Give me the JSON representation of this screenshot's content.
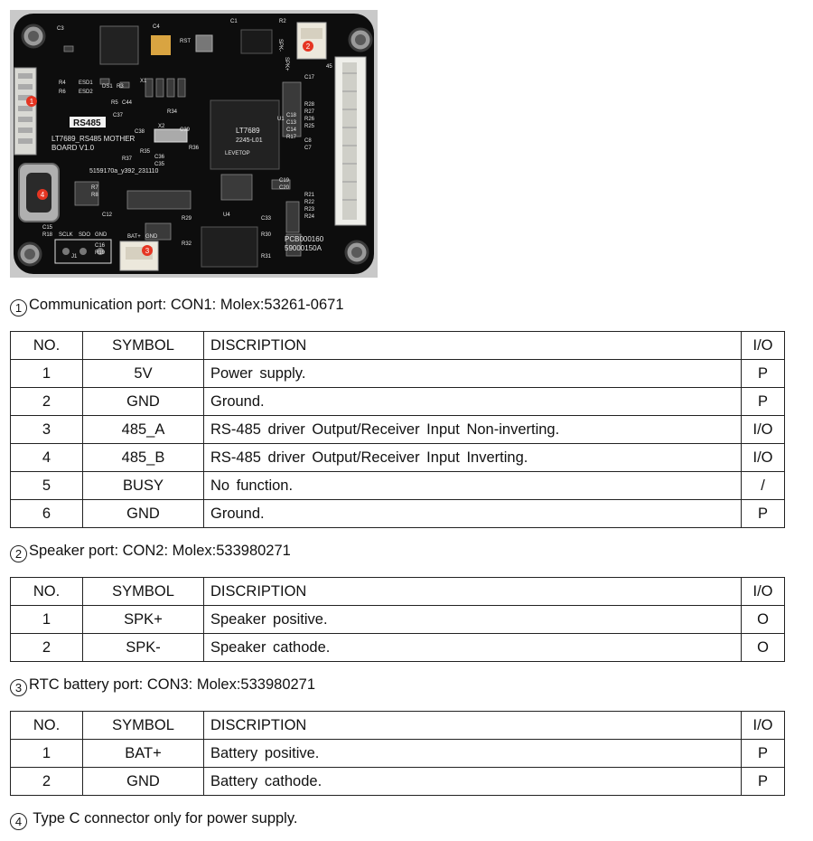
{
  "photo": {
    "silkscreen": {
      "board_name": "RS485",
      "board_label_line1": "LT7689_RS485 MOTHER",
      "board_label_line2": "BOARD V1.0",
      "chip_line1": "LT7689",
      "chip_line2": "2245-L01",
      "chip_brand": "LEVETOP",
      "pcb_code": "PCB000160",
      "part_code": "59000150A",
      "serial": "5159170a_y392_231110",
      "header_labels": [
        "SCLK",
        "SDO",
        "GND"
      ],
      "speaker_labels": [
        "SPK-",
        "SPK+"
      ],
      "battery_labels": [
        "BAT+",
        "GND"
      ],
      "refs": [
        "C3",
        "C4",
        "C1",
        "R2",
        "RST",
        "R4",
        "R6",
        "ESD1",
        "ESD2",
        "DS1",
        "R3",
        "X1",
        "C37",
        "R34",
        "R5",
        "C44",
        "X2",
        "C38",
        "C39",
        "R35",
        "R36",
        "R37",
        "C36",
        "C35",
        "C17",
        "R28",
        "R27",
        "R26",
        "R25",
        "C18",
        "C13",
        "C14",
        "R17",
        "C8",
        "C7",
        "C19",
        "C20",
        "R21",
        "R22",
        "R23",
        "R24",
        "C12",
        "R29",
        "R32",
        "U4",
        "C33",
        "R30",
        "R31",
        "R7",
        "R8",
        "C15",
        "R18",
        "C16",
        "R19",
        "U1",
        "J1",
        "45"
      ]
    },
    "markers": [
      "1",
      "2",
      "3",
      "4"
    ]
  },
  "sections": [
    {
      "number": "1",
      "heading": "Communication port: CON1: Molex:53261-0671",
      "columns": [
        "NO.",
        "SYMBOL",
        "DISCRIPTION",
        "I/O"
      ],
      "rows": [
        {
          "no": "1",
          "symbol": "5V",
          "description": "Power supply.",
          "io": "P"
        },
        {
          "no": "2",
          "symbol": "GND",
          "description": "Ground.",
          "io": "P"
        },
        {
          "no": "3",
          "symbol": "485_A",
          "description": "RS-485 driver Output/Receiver Input Non-inverting.",
          "io": "I/O"
        },
        {
          "no": "4",
          "symbol": "485_B",
          "description": "RS-485 driver Output/Receiver Input Inverting.",
          "io": "I/O"
        },
        {
          "no": "5",
          "symbol": "BUSY",
          "description": "No function.",
          "io": "/"
        },
        {
          "no": "6",
          "symbol": "GND",
          "description": "Ground.",
          "io": "P"
        }
      ]
    },
    {
      "number": "2",
      "heading": "Speaker port: CON2: Molex:533980271",
      "columns": [
        "NO.",
        "SYMBOL",
        "DISCRIPTION",
        "I/O"
      ],
      "rows": [
        {
          "no": "1",
          "symbol": "SPK+",
          "description": "Speaker positive.",
          "io": "O"
        },
        {
          "no": "2",
          "symbol": "SPK-",
          "description": "Speaker cathode.",
          "io": "O"
        }
      ]
    },
    {
      "number": "3",
      "heading": "RTC battery port: CON3: Molex:533980271",
      "columns": [
        "NO.",
        "SYMBOL",
        "DISCRIPTION",
        "I/O"
      ],
      "rows": [
        {
          "no": "1",
          "symbol": "BAT+",
          "description": "Battery positive.",
          "io": "P"
        },
        {
          "no": "2",
          "symbol": "GND",
          "description": "Battery cathode.",
          "io": "P"
        }
      ]
    },
    {
      "number": "4",
      "heading": " Type C connector only for power supply."
    }
  ]
}
